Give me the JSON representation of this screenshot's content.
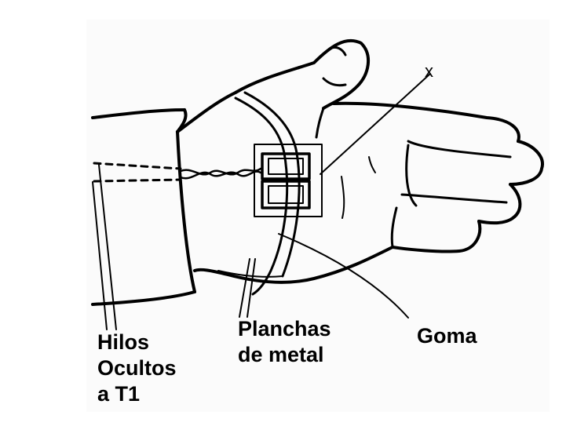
{
  "labels": {
    "hilos": [
      "Hilos",
      "Ocultos",
      "a T1"
    ],
    "planchas": [
      "Planchas",
      "de metal"
    ],
    "goma": "Goma",
    "x_mark": "x"
  },
  "colors": {
    "ink": "#000000",
    "background": "#ffffff",
    "paper_tint": "#f2f2f2"
  }
}
